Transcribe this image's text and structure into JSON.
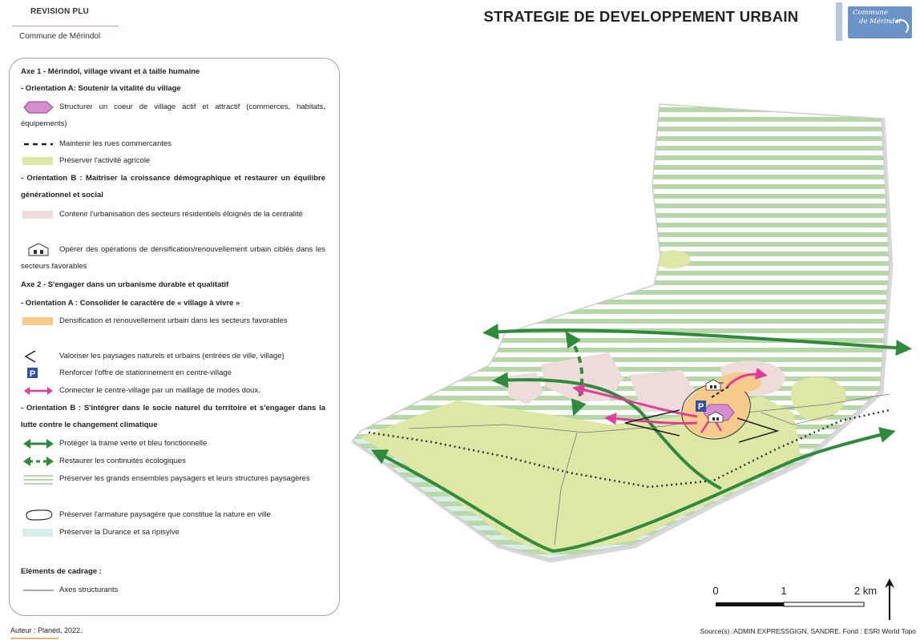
{
  "header": {
    "revision": "REVISION PLU",
    "commune": "Commune de Mérindol",
    "title": "STRATEGIE DE DEVELOPPEMENT URBAIN",
    "logo_line1": "Commune",
    "logo_line2": "de Mérindol"
  },
  "legend": {
    "axe1": "Axe 1 - Mérindol, village vivant  et à taille humaine",
    "orientA": "- Orientation A: Soutenir la vitalité du village",
    "coeur": "Structurer un coeur de village actif et attractif (commerces, habitats, équipements)",
    "rues": "Maintenir les rues commercantes",
    "agri": "Préserver l'activité agricole",
    "orientB": "- Orientation B : Maitriser la croissance démographique et restaurer un équilibre générationnel et social",
    "contenir": "Contenir l'urbanisation des secteurs résidentiels éloignés de la centralité",
    "operer": "Opérer des opérations de densification/renouvellement urbain ciblés dans les secteurs favorables",
    "axe2": "Axe 2 - S'engager dans un urbanisme durable et qualitatif",
    "orientA2": "- Orientation A : Consolider le caractère de « village à vivre »",
    "densif": "Densification et renouvellement urbain dans les secteurs favorables",
    "paysages": "Valoriser les paysages naturels et urbains (entrées de ville, village)",
    "parking": "Renforcer l'offre de stationnement en centre-village",
    "modes": "Connecter le centre-village par un maillage de modes doux.",
    "orientB2": "- Orientation B : S'intégrer dans le socle naturel du territoire et s'engager dans la lutte contre le changement climatique",
    "trame": "Protéger la trame verte et bleu fonctionnelle",
    "continuites": "Restaurer les continuités écologiques",
    "ensembles": "Préserver les grands ensembles paysagers et leurs structures paysagères",
    "armature": "Préserver l'armature paysagère que constitue la nature en ville",
    "durance": "Préserver la Durance et sa ripisylve",
    "cadrage": "Eléments de cadrage :",
    "axes": "Axes structurants",
    "parking_letter": "P"
  },
  "scale": {
    "t0": "0",
    "t1": "1",
    "t2": "2 km"
  },
  "footer": {
    "author": "Auteur : Planéd, 2022.",
    "source": "Source(s) :ADMIN EXPRESSGIGN, SANDRE. Fond : ESRI World Topo"
  },
  "colors": {
    "green_arrow": "#2f8a3b",
    "pink_arrow": "#e23c9a",
    "hatch": "#b6d8a8",
    "agri": "#dfe7a7",
    "resid": "#eedcdb",
    "dens": "#f6ca8a",
    "durance": "#d9eeec",
    "coeur": "#d78ed0"
  }
}
